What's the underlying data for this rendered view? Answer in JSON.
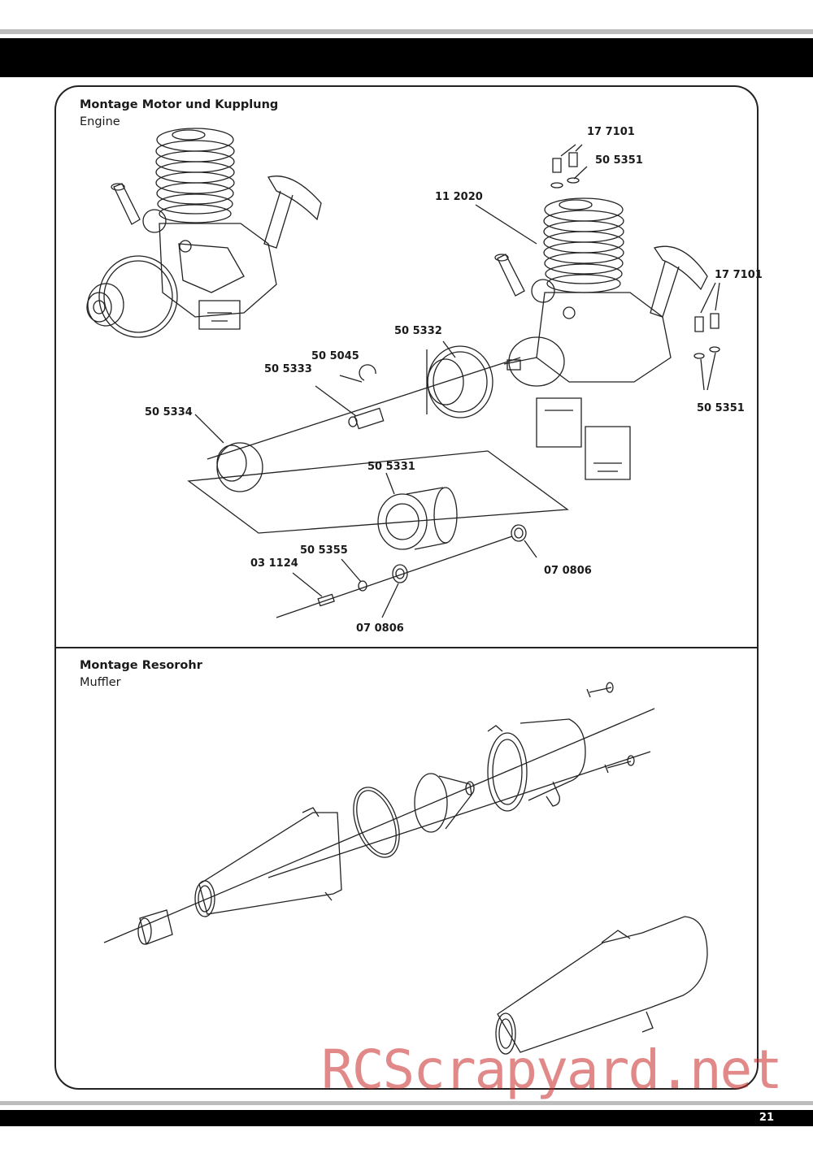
{
  "page": {
    "number": "21"
  },
  "sections": {
    "engine": {
      "title": "Montage Motor und Kupplung",
      "subtitle": "Engine"
    },
    "muffler": {
      "title": "Montage Resorohr",
      "subtitle": "Muffler"
    }
  },
  "parts": {
    "p177101_top": "17 7101",
    "p505351_top": "50 5351",
    "p112020": "11 2020",
    "p177101_right": "17 7101",
    "p505332": "50 5332",
    "p505045": "50 5045",
    "p505333": "50 5333",
    "p505351_right": "50 5351",
    "p505334": "50 5334",
    "p505331": "50 5331",
    "p505355": "50 5355",
    "p031124": "03 1124",
    "p070806_right": "07 0806",
    "p070806_bottom": "07 0806"
  },
  "watermark": "RCScrapyard.net"
}
